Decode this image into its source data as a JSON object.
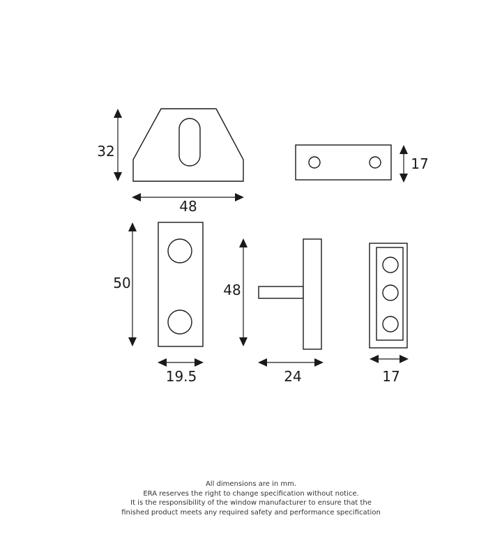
{
  "dimensions": {
    "wedge_height": "32",
    "wedge_width": "48",
    "strip_height": "17",
    "plate_height": "50",
    "plate_width": "19.5",
    "side_height": "48",
    "side_depth": "24",
    "keep_width": "17"
  },
  "notes": [
    "All dimensions are in mm.",
    "ERA reserves the right to change specification without notice.",
    "It is the responsibility of the window manufacturer to ensure that the",
    "finished product meets any required safety and performance specification"
  ]
}
